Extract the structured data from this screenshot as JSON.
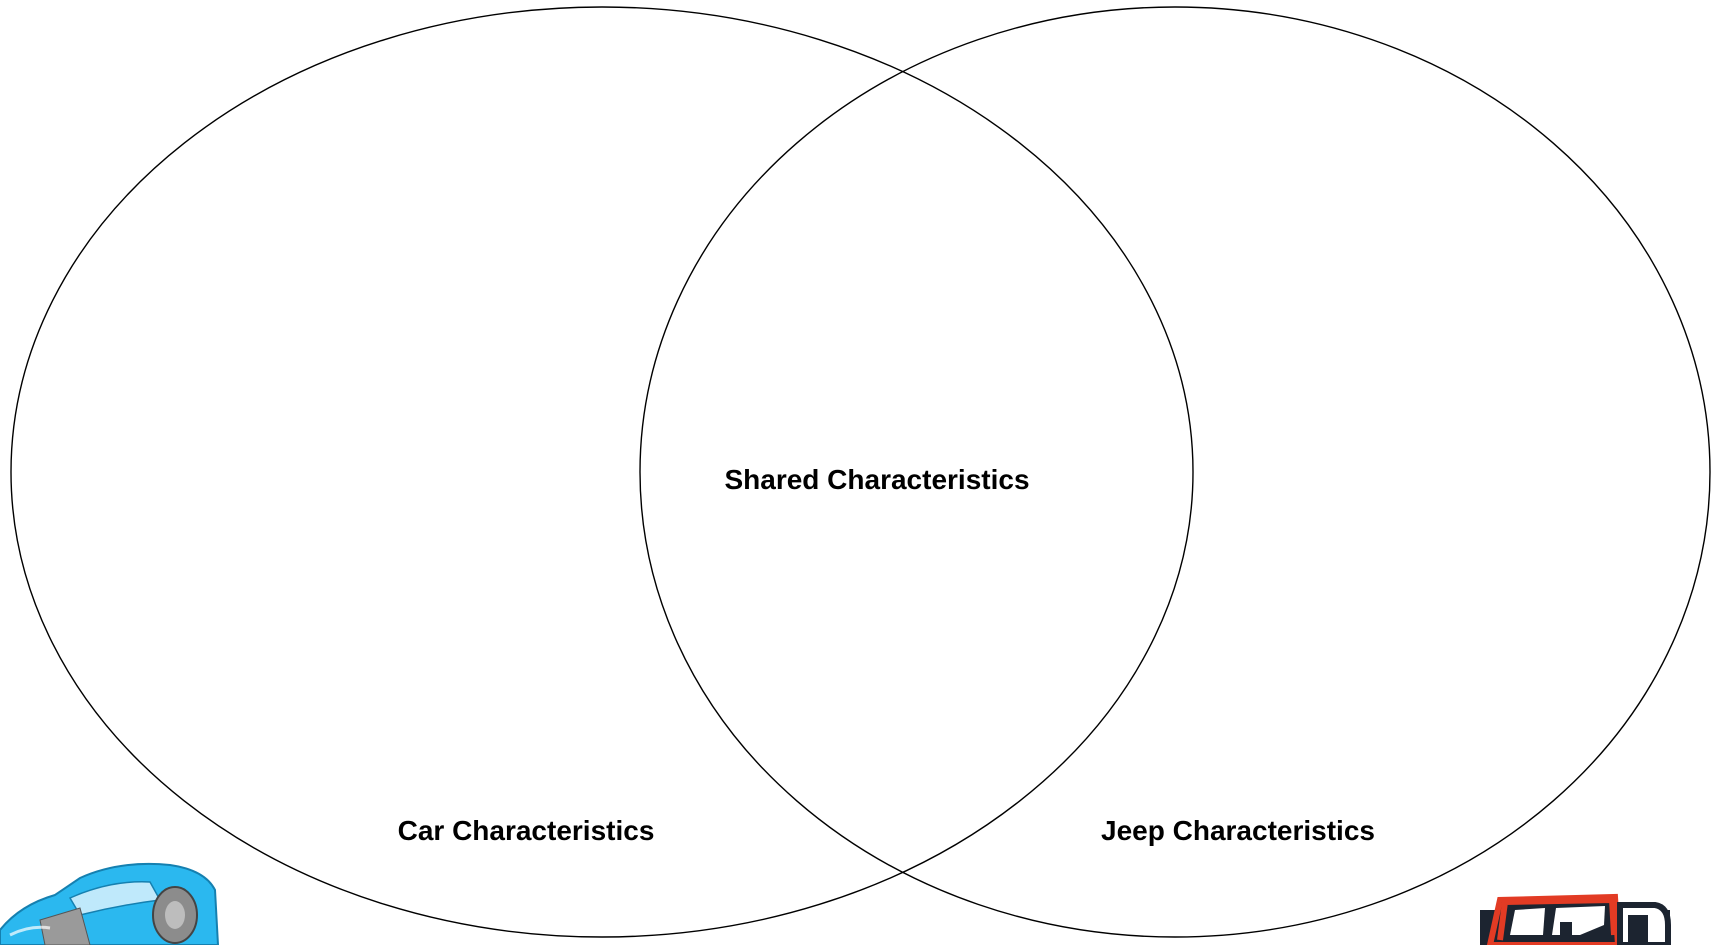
{
  "diagram": {
    "type": "venn",
    "left_circle_label": "Car Characteristics",
    "right_circle_label": "Jeep Characteristics",
    "overlap_label": "Shared Characteristics",
    "stroke_color": "#000000",
    "background_color": "#ffffff"
  },
  "images": {
    "left_icon": "car-icon",
    "right_icon": "jeep-icon",
    "car_color": "#2bb8ef",
    "jeep_frame_color": "#e23b24",
    "jeep_body_color": "#1c2430"
  }
}
